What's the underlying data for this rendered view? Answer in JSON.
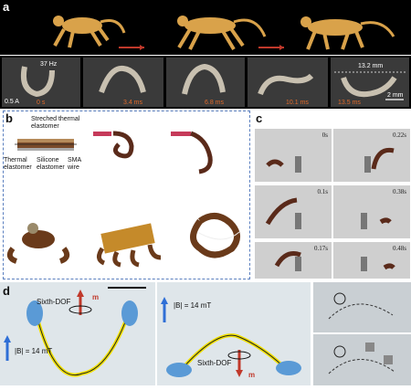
{
  "panels": {
    "a": {
      "label": "a",
      "current": "0.5 A",
      "frequency": "37 Hz",
      "times": [
        "0 s",
        "3.4 ms",
        "6.8 ms",
        "10.1 ms",
        "13.5 ms"
      ],
      "stride": "13.2 mm",
      "scale": "2 mm"
    },
    "b": {
      "label": "b",
      "annotations": {
        "stretched": "Streched thermal elastomer",
        "thermal": "Thermal elastomer",
        "silicone": "Silicone elastomer",
        "sma": "SMA wire"
      }
    },
    "c": {
      "label": "c",
      "times": [
        "0s",
        "0.22s",
        "0.1s",
        "0.38s",
        "0.17s",
        "0.48s"
      ]
    },
    "d": {
      "label": "d",
      "dof_left": "Sixth-DOF",
      "dof_right": "Sixth-DOF",
      "field_left": "|B| = 14 mT",
      "field_right": "|B| = 14 mT",
      "moment": "m"
    }
  },
  "colors": {
    "cheetah": "#d9a24a",
    "arrow_red": "#c0392b",
    "time_orange": "#e06a2a",
    "field_blue": "#2f6fd6",
    "yellow_curve": "#f0e000"
  }
}
